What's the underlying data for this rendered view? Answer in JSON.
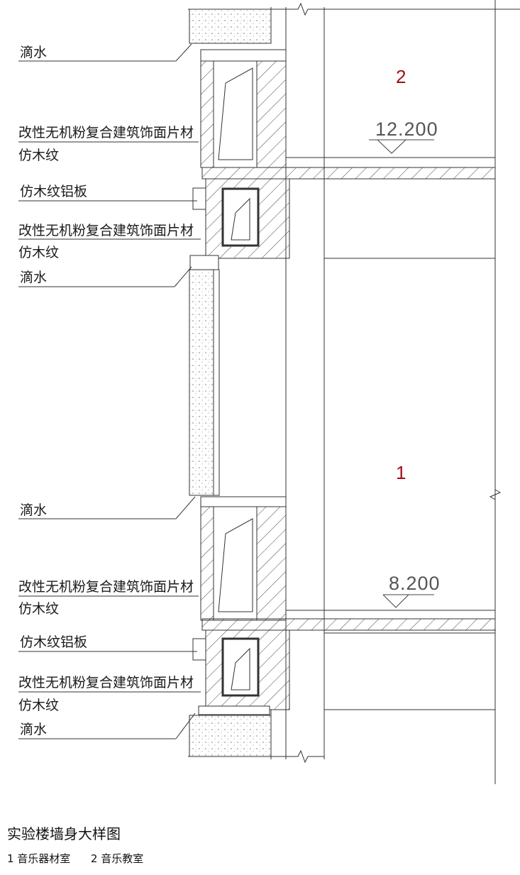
{
  "drawing": {
    "callouts": {
      "drip_1": "滴水",
      "panel_1_line1": "改性无机粉复合建筑饰面片材",
      "panel_1_line2": "仿木纹",
      "alu_1": "仿木纹铝板",
      "panel_2_line1": "改性无机粉复合建筑饰面片材",
      "panel_2_line2": "仿木纹",
      "drip_2": "滴水",
      "drip_3": "滴水",
      "panel_3_line1": "改性无机粉复合建筑饰面片材",
      "panel_3_line2": "仿木纹",
      "alu_2": "仿木纹铝板",
      "panel_4_line1": "改性无机粉复合建筑饰面片材",
      "panel_4_line2": "仿木纹",
      "drip_4": "滴水"
    },
    "levels": {
      "upper": "12.200",
      "lower": "8.200"
    },
    "rooms": {
      "upper": "2",
      "lower": "1"
    },
    "colors": {
      "line": "#333333",
      "room_number": "#a0101a",
      "level_text": "#555555"
    }
  },
  "caption": {
    "title": "实验楼墙身大样图",
    "legend_1": "1 音乐器材室",
    "legend_2": "2 音乐教室"
  }
}
